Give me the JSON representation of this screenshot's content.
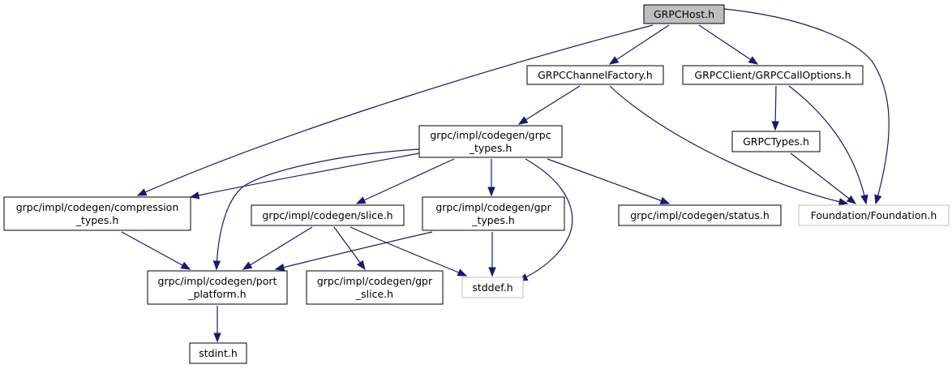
{
  "colors": {
    "edge": "#191970",
    "node_border": "#000000",
    "external_border": "#bfbfbf",
    "root_fill": "#bfbfbf",
    "node_fill": "#ffffff"
  },
  "nodes": {
    "host": {
      "lines": [
        "GRPCHost.h"
      ]
    },
    "channel_factory": {
      "lines": [
        "GRPCChannelFactory.h"
      ]
    },
    "call_options": {
      "lines": [
        "GRPCClient/GRPCCallOptions.h"
      ]
    },
    "grpc_types": {
      "lines": [
        "grpc/impl/codegen/grpc",
        "_types.h"
      ]
    },
    "grpc_types_h": {
      "lines": [
        "GRPCTypes.h"
      ]
    },
    "compression_types": {
      "lines": [
        "grpc/impl/codegen/compression",
        "_types.h"
      ]
    },
    "slice": {
      "lines": [
        "grpc/impl/codegen/slice.h"
      ]
    },
    "gpr_types": {
      "lines": [
        "grpc/impl/codegen/gpr",
        "_types.h"
      ]
    },
    "status": {
      "lines": [
        "grpc/impl/codegen/status.h"
      ]
    },
    "foundation": {
      "lines": [
        "Foundation/Foundation.h"
      ]
    },
    "port_platform": {
      "lines": [
        "grpc/impl/codegen/port",
        "_platform.h"
      ]
    },
    "gpr_slice": {
      "lines": [
        "grpc/impl/codegen/gpr",
        "_slice.h"
      ]
    },
    "stddef": {
      "lines": [
        "stddef.h"
      ]
    },
    "stdint": {
      "lines": [
        "stdint.h"
      ]
    }
  },
  "edges": [
    [
      "host",
      "channel_factory"
    ],
    [
      "host",
      "call_options"
    ],
    [
      "host",
      "foundation"
    ],
    [
      "host",
      "compression_types"
    ],
    [
      "channel_factory",
      "grpc_types"
    ],
    [
      "channel_factory",
      "foundation"
    ],
    [
      "call_options",
      "grpc_types_h"
    ],
    [
      "call_options",
      "foundation"
    ],
    [
      "grpc_types_h",
      "foundation"
    ],
    [
      "grpc_types",
      "compression_types"
    ],
    [
      "grpc_types",
      "port_platform"
    ],
    [
      "grpc_types",
      "slice"
    ],
    [
      "grpc_types",
      "gpr_types"
    ],
    [
      "grpc_types",
      "stddef"
    ],
    [
      "grpc_types",
      "status"
    ],
    [
      "compression_types",
      "port_platform"
    ],
    [
      "slice",
      "port_platform"
    ],
    [
      "slice",
      "gpr_slice"
    ],
    [
      "slice",
      "stddef"
    ],
    [
      "gpr_types",
      "port_platform"
    ],
    [
      "gpr_types",
      "stddef"
    ],
    [
      "port_platform",
      "stdint"
    ]
  ]
}
